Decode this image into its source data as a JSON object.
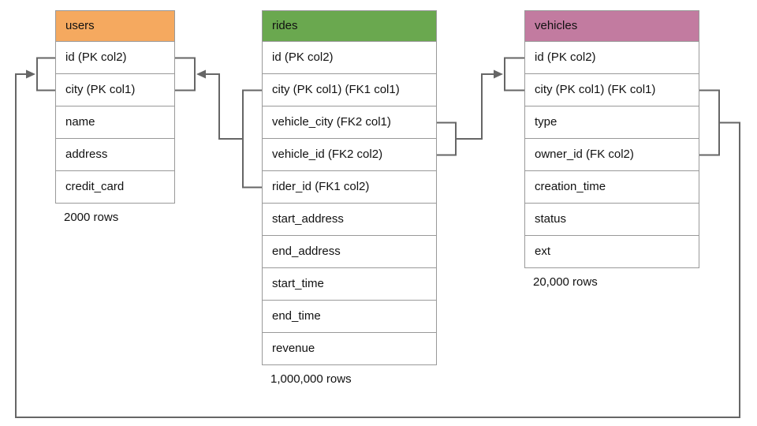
{
  "diagram": {
    "line_color": "#666666",
    "border_color": "#999999",
    "tables": [
      {
        "name": "users",
        "header_color": "#F5A95F",
        "row_count_label": "2000 rows",
        "columns": [
          "id (PK col2)",
          "city (PK col1)",
          "name",
          "address",
          "credit_card"
        ]
      },
      {
        "name": "rides",
        "header_color": "#6AA84F",
        "row_count_label": "1,000,000 rows",
        "columns": [
          "id (PK col2)",
          "city (PK col1) (FK1 col1)",
          "vehicle_city (FK2 col1)",
          "vehicle_id (FK2 col2)",
          "rider_id (FK1 col2)",
          "start_address",
          "end_address",
          "start_time",
          "end_time",
          "revenue"
        ]
      },
      {
        "name": "vehicles",
        "header_color": "#C27BA0",
        "row_count_label": "20,000 rows",
        "columns": [
          "id (PK col2)",
          "city (PK col1) (FK col1)",
          "type",
          "owner_id (FK col2)",
          "creation_time",
          "status",
          "ext"
        ]
      }
    ],
    "relationships": [
      {
        "from": "rides (city FK1 col1, rider_id FK1 col2)",
        "to": "users (id, city) PK"
      },
      {
        "from": "rides (vehicle_city FK2 col1, vehicle_id FK2 col2)",
        "to": "vehicles (id, city) PK"
      },
      {
        "from": "vehicles (city FK col1, owner_id FK col2)",
        "to": "users (id, city) PK"
      }
    ]
  }
}
